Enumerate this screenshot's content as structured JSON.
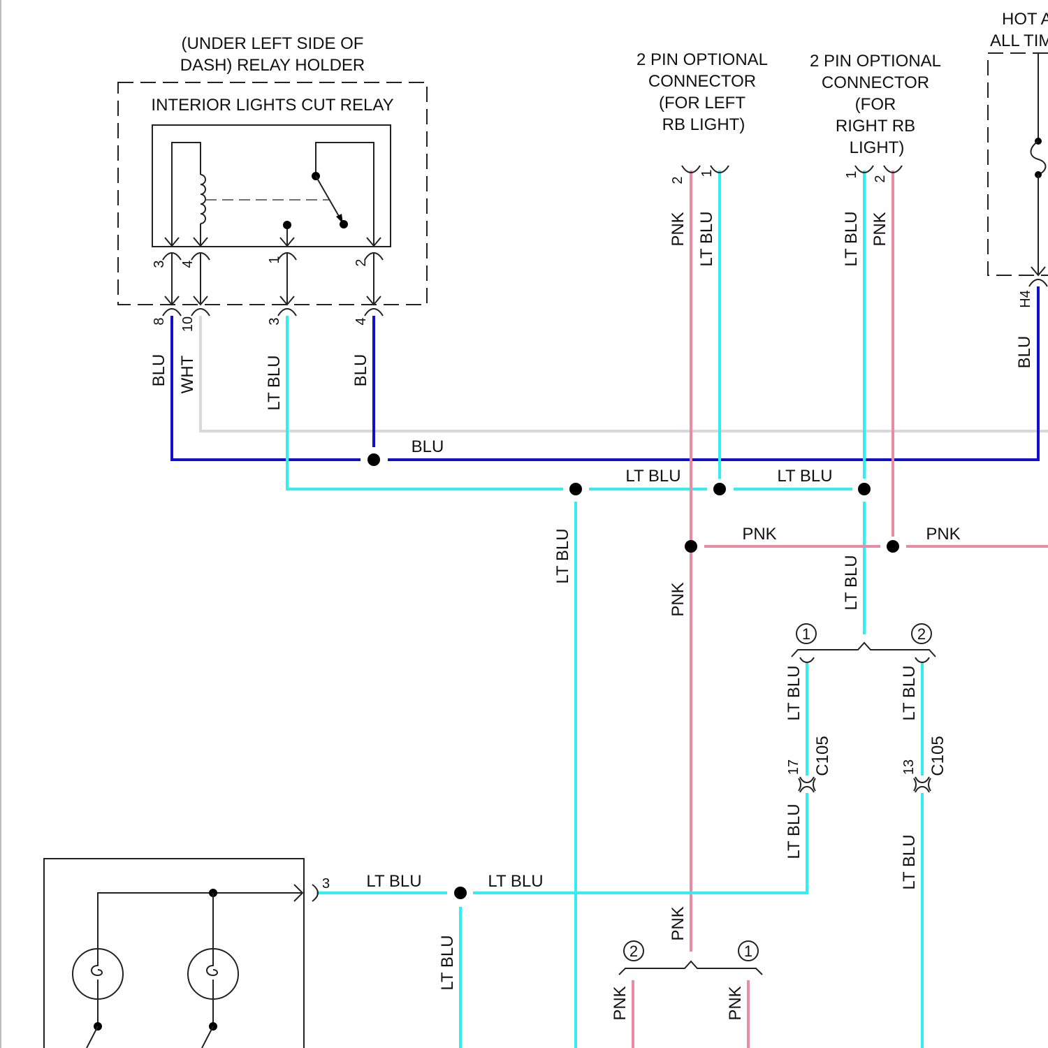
{
  "colors": {
    "BLU": "#1010cc",
    "LT_BLU": "#33eef0",
    "PNK": "#e98ba3",
    "WHT": "#d9d9d9",
    "ink": "#222222"
  },
  "relay_holder": {
    "location_line1": "(UNDER LEFT SIDE OF",
    "location_line2": "DASH) RELAY HOLDER",
    "relay_name": "INTERIOR LIGHTS CUT RELAY",
    "inner_pins": [
      "3",
      "4",
      "1",
      "2"
    ],
    "outer_pins": [
      "8",
      "10",
      "3",
      "4"
    ]
  },
  "optional_connectors": {
    "left": {
      "line1": "2 PIN OPTIONAL",
      "line2": "CONNECTOR",
      "line3": "(FOR LEFT",
      "line4": "RB LIGHT)",
      "pins": [
        "2",
        "1"
      ]
    },
    "right": {
      "line1": "2 PIN OPTIONAL",
      "line2": "CONNECTOR",
      "line3": "(FOR",
      "line4": "RIGHT RB",
      "line5": "LIGHT)",
      "pins": [
        "1",
        "2"
      ]
    }
  },
  "hot_box": {
    "line1": "HOT A",
    "line2": "ALL TIM",
    "pin": "H4"
  },
  "wire_labels": {
    "blu": "BLU",
    "wht": "WHT",
    "lt_blu": "LT BLU",
    "pnk": "PNK"
  },
  "c105": {
    "name": "C105",
    "pin_a": "17",
    "pin_b": "13"
  },
  "variants": {
    "one": "1",
    "two": "2"
  },
  "lamp_box": {
    "pin": "3"
  }
}
